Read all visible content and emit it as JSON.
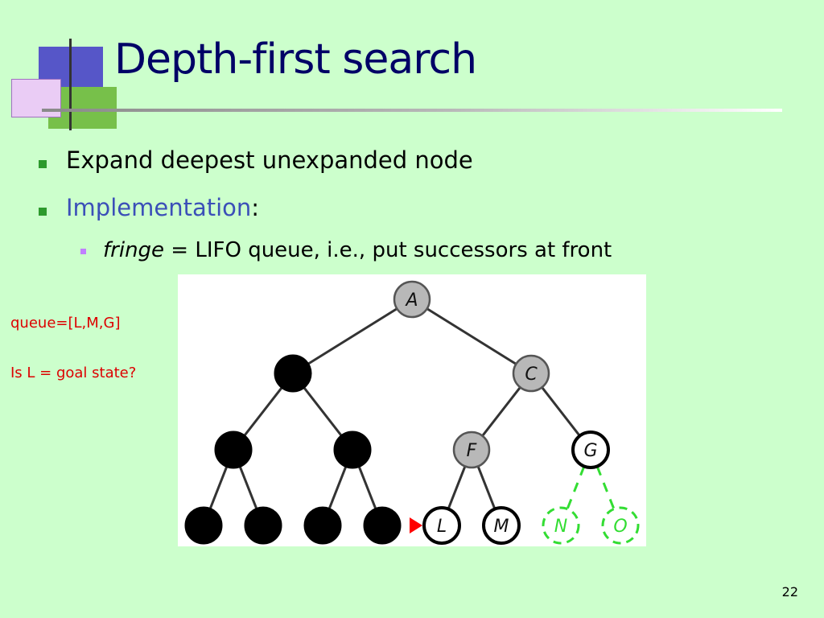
{
  "slide": {
    "title": "Depth-first search",
    "bullets": [
      {
        "text": "Expand deepest unexpanded node"
      },
      {
        "text_blue": "Implementation",
        "text_suffix": ":"
      }
    ],
    "sub_bullet": {
      "italic": "fringe",
      "rest": " = LIFO queue, i.e., put successors at front"
    },
    "notes": {
      "queue": "queue=[L,M,G]",
      "question": "Is L = goal state?"
    },
    "page_number": "22"
  },
  "tree": {
    "nodes": [
      {
        "label": "A",
        "state": "expanded"
      },
      {
        "label": "",
        "state": "discarded"
      },
      {
        "label": "C",
        "state": "expanded"
      },
      {
        "label": "",
        "state": "discarded"
      },
      {
        "label": "",
        "state": "discarded"
      },
      {
        "label": "F",
        "state": "expanded"
      },
      {
        "label": "G",
        "state": "fringe"
      },
      {
        "label": "",
        "state": "discarded"
      },
      {
        "label": "",
        "state": "discarded"
      },
      {
        "label": "",
        "state": "discarded"
      },
      {
        "label": "",
        "state": "discarded"
      },
      {
        "label": "L",
        "state": "current"
      },
      {
        "label": "M",
        "state": "fringe"
      },
      {
        "label": "N",
        "state": "unexplored"
      },
      {
        "label": "O",
        "state": "unexplored"
      }
    ],
    "colors": {
      "expanded": "#b8b8b8",
      "discarded": "#000000",
      "fringe": "#ffffff",
      "unexplored": "#33dd33",
      "pointer": "#ff0000",
      "notes": "#dd0000",
      "title": "#000066",
      "implementation": "#3b4fb8"
    }
  }
}
